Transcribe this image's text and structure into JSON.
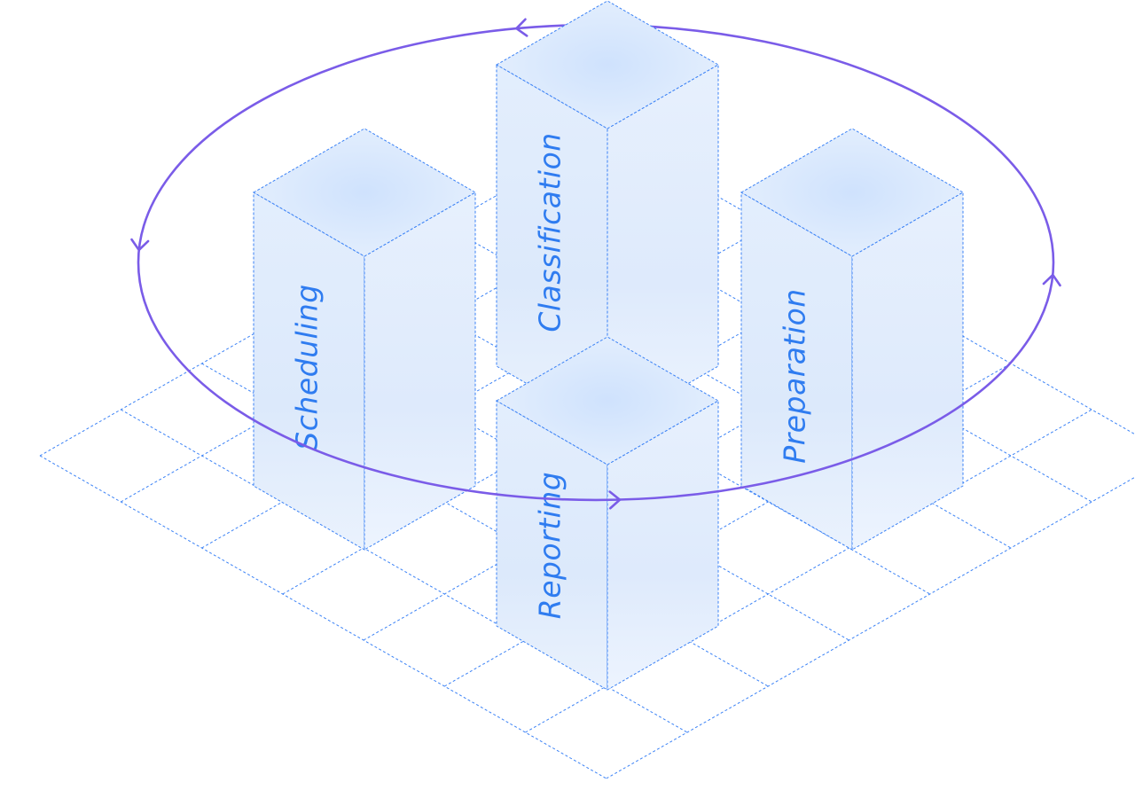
{
  "diagram": {
    "pillars": [
      {
        "id": "classification",
        "label": "Classification"
      },
      {
        "id": "scheduling",
        "label": "Scheduling"
      },
      {
        "id": "preparation",
        "label": "Preparation"
      },
      {
        "id": "reporting",
        "label": "Reporting"
      }
    ],
    "cycle_direction": "counter-clockwise",
    "colors": {
      "grid_line": "#3b82f6",
      "pillar_edge": "#3b82f6",
      "pillar_fill_front": "#e4effd",
      "pillar_fill_side": "#dbe9fc",
      "pillar_fill_top": "#d3e5fd",
      "label_text": "#2f7cf0",
      "cycle_ring": "#7a5ce8",
      "background": "#ffffff"
    }
  }
}
